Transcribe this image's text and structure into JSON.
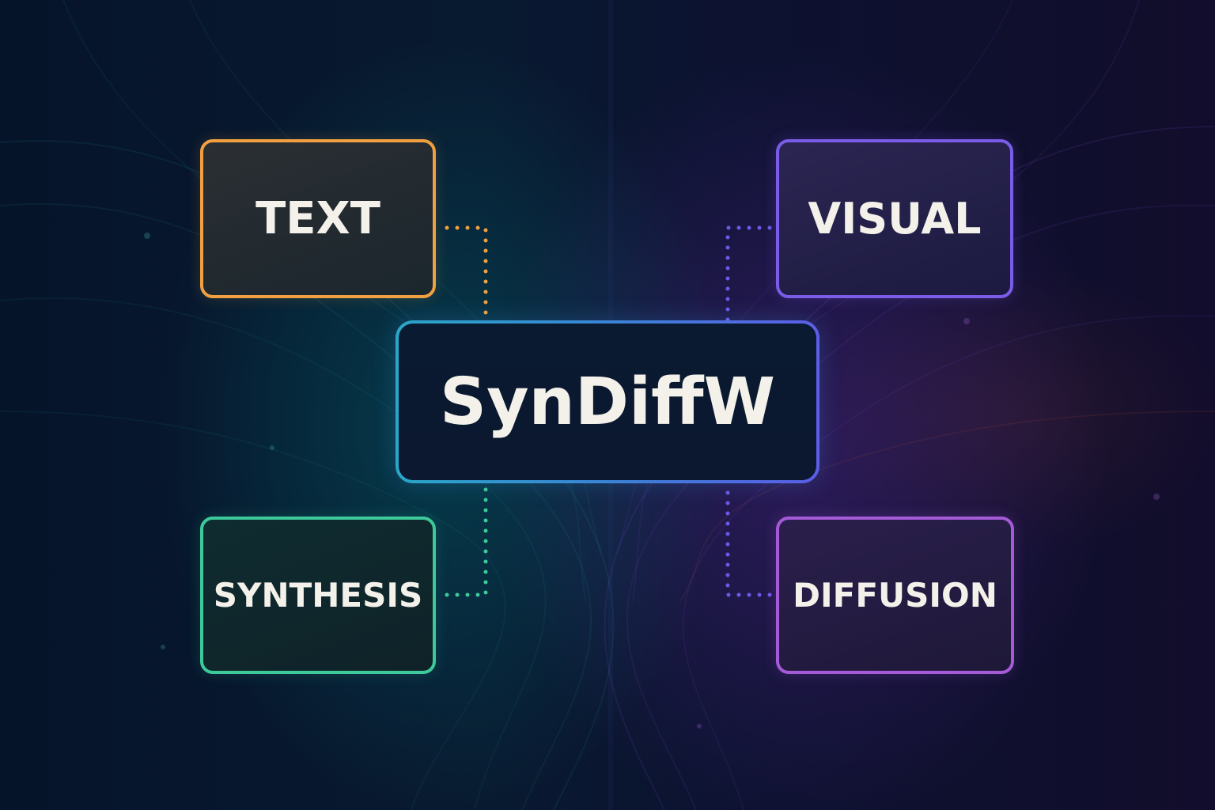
{
  "diagram": {
    "center": {
      "label": "SynDiffW",
      "color": "#3a84d6"
    },
    "nodes": {
      "text": {
        "label": "TEXT",
        "color": "#f0a040"
      },
      "visual": {
        "label": "VISUAL",
        "color": "#7a5ce8"
      },
      "synthesis": {
        "label": "SYNTHESIS",
        "color": "#3dc99a"
      },
      "diffusion": {
        "label": "DIFFUSION",
        "color": "#a55ad8"
      }
    },
    "connector_style": "dotted",
    "edges": [
      {
        "from": "text",
        "to": "center",
        "color": "#f0a040"
      },
      {
        "from": "visual",
        "to": "center",
        "color": "#6a5ae6"
      },
      {
        "from": "synthesis",
        "to": "center",
        "color": "#3dc99a"
      },
      {
        "from": "diffusion",
        "to": "center",
        "color": "#6a5ae6"
      }
    ]
  }
}
